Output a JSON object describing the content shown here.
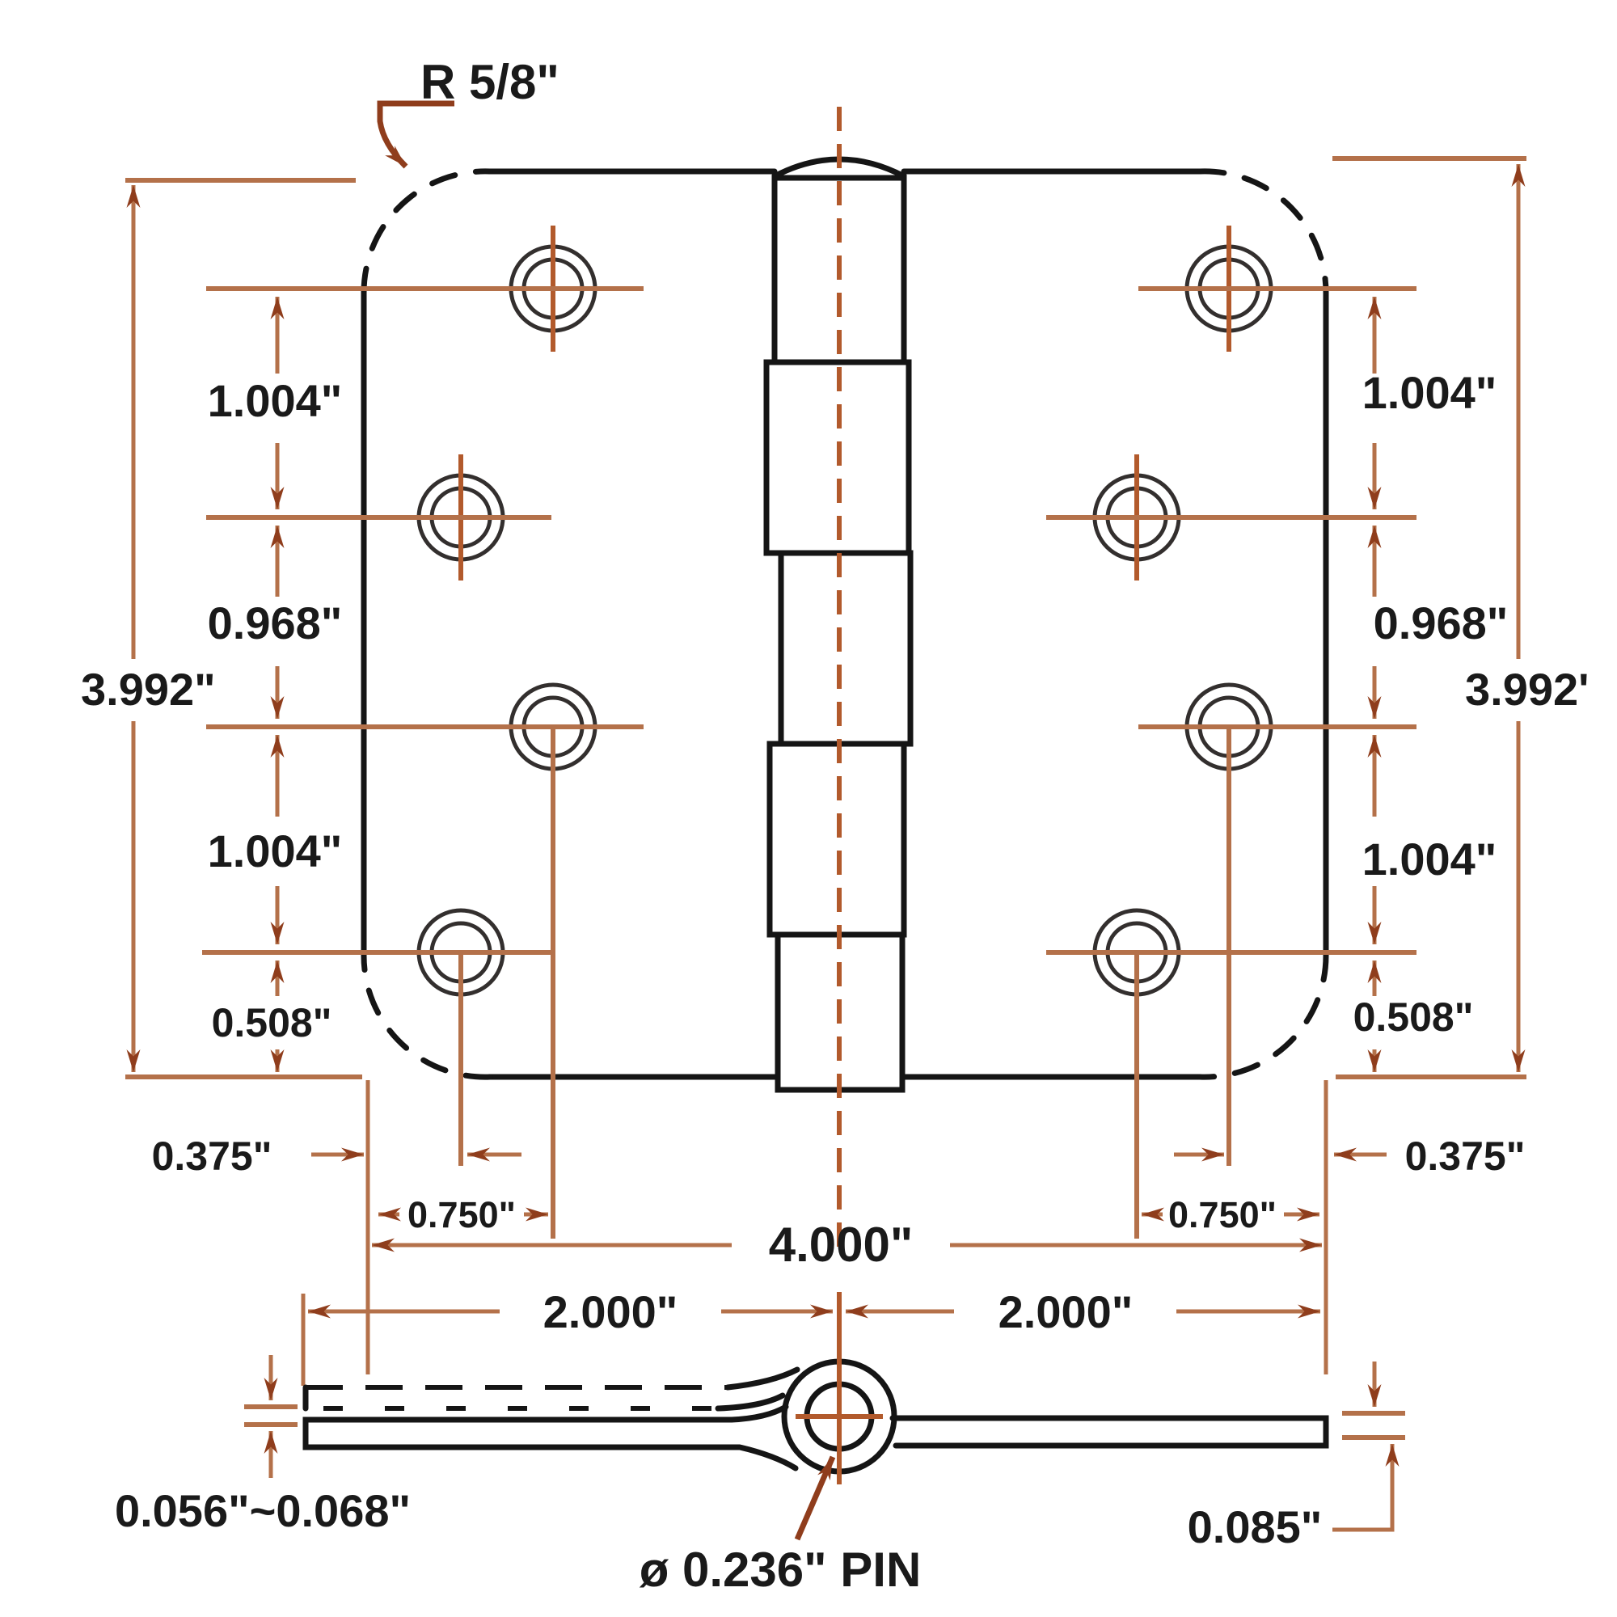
{
  "colors": {
    "background": "#ffffff",
    "outline": "#151515",
    "dimension_line": "#b4714a",
    "arrowhead": "#8f3d1c",
    "centerline": "#b25a2c",
    "hole_ring": "#332f2e",
    "text": "#1a1a1a"
  },
  "top_view": {
    "corner_radius": "R 5/8\"",
    "height_label_left": "3.992\"",
    "height_label_right": "3.992'",
    "row_spacing_left": [
      "1.004\"",
      "0.968\"",
      "1.004\"",
      "0.508\""
    ],
    "row_spacing_right": [
      "1.004\"",
      "0.968\"",
      "1.004\"",
      "0.508\""
    ],
    "edge_margin_left": "0.375\"",
    "edge_margin_right": "0.375\"",
    "hole_inset_left": "0.750\"",
    "hole_inset_right": "0.750\"",
    "overall_width": "4.000\""
  },
  "side_view": {
    "half_width_left": "2.000\"",
    "half_width_right": "2.000\"",
    "leaf_thickness_range": "0.056\"~0.068\"",
    "leaf_thickness": "0.085\"",
    "pin_diameter": "ø 0.236\" PIN"
  }
}
